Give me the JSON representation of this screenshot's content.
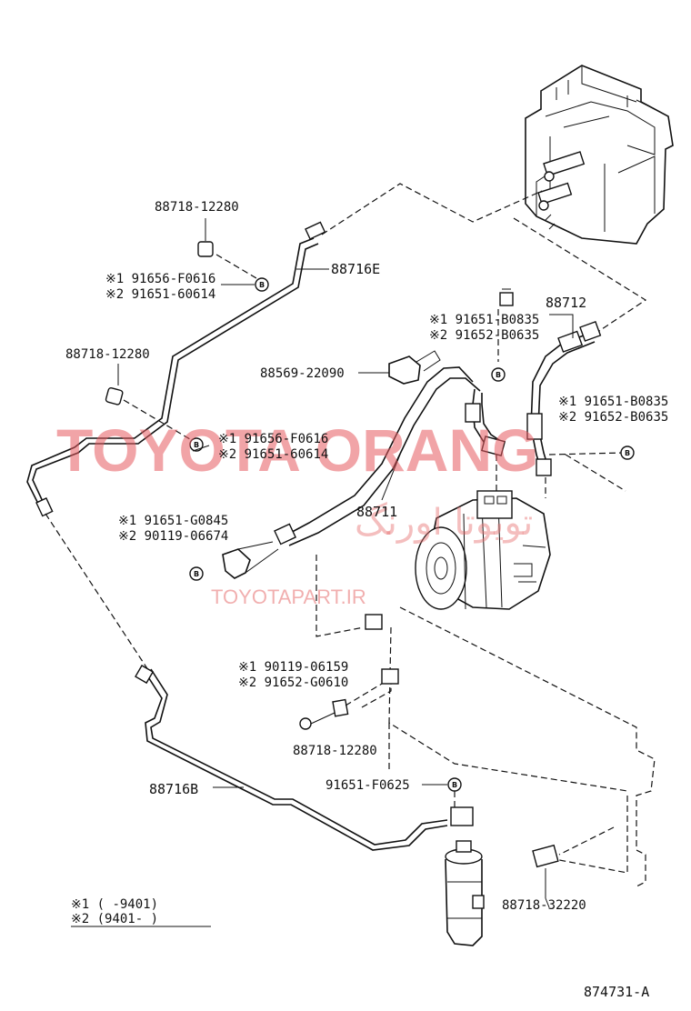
{
  "parts": {
    "clamp_top": "88718-12280",
    "pipe_e": "88716E",
    "bolt_top_1": "※1 91656-F0616",
    "bolt_top_2": "※2 91651-60614",
    "clamp_left": "88718-12280",
    "bracket": "88569-22090",
    "bolt_mid_1": "※1 91656-F0616",
    "bolt_mid_2": "※2 91651-60614",
    "bolt_comp_1": "※1  91651-B0835",
    "bolt_comp_2": "※2  91652-B0635",
    "hose_suction": "88712",
    "bolt_right_1": "※1 91651-B0835",
    "bolt_right_2": "※2 91652-B0635",
    "hose_discharge": "88711",
    "bolt_left_1": "※1  91651-G0845",
    "bolt_left_2": "※2  90119-06674",
    "bolt_low_1": "※1 90119-06159",
    "bolt_low_2": "※2 91652-G0610",
    "clamp_low": "88718-12280",
    "bolt_bottom": "91651-F0625",
    "pipe_b": "88716B",
    "clamp_right": "88718-32220"
  },
  "legend": {
    "line1": "※1  (    -9401)",
    "line2": "※2  (9401-     )"
  },
  "diagram_id": "874731-A",
  "watermark": {
    "main": "TOYOTA ORANG",
    "persian": "تویوتا اورنگ",
    "site": "TOYOTAPART.IR"
  },
  "bolt_marker_glyph": "B"
}
